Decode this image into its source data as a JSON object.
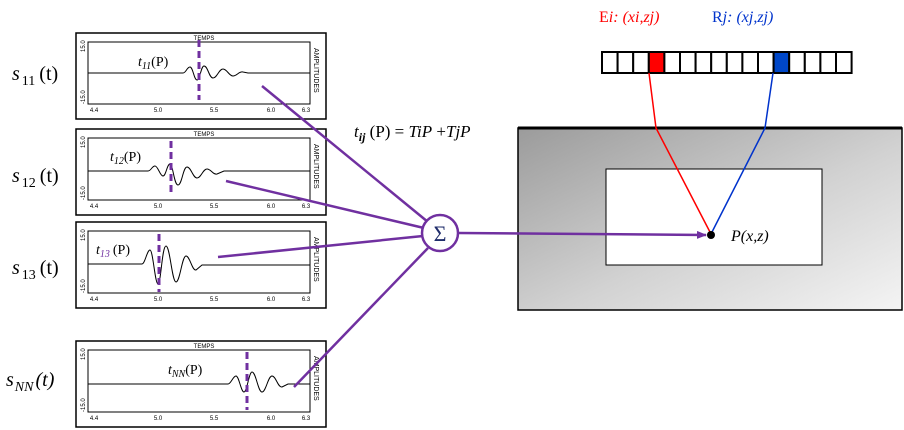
{
  "signals": [
    {
      "label_main": "s",
      "label_sub": "11",
      "label_arg": "(t)",
      "pick_main": "t",
      "pick_sub": "11",
      "pick_arg": "(P)",
      "pick_sub_color": "#000000",
      "panel_top": "TEMPS",
      "panel_side": "AMPLITUDES",
      "y_top": "15.0",
      "y_bottom": "-15.0",
      "x_ticks": [
        "4.4",
        "5.0",
        "5.5",
        "6.0",
        "6.3"
      ]
    },
    {
      "label_main": "s",
      "label_sub": "12",
      "label_arg": "(t)",
      "pick_main": "t",
      "pick_sub": "12",
      "pick_arg": "(P)",
      "pick_sub_color": "#000000",
      "panel_top": "TEMPS",
      "panel_side": "AMPLITUDES",
      "y_top": "15.0",
      "y_bottom": "-15.0",
      "x_ticks": [
        "4.4",
        "5.0",
        "5.5",
        "6.0",
        "6.3"
      ]
    },
    {
      "label_main": "s",
      "label_sub": "13",
      "label_arg": "(t)",
      "pick_main": "t",
      "pick_sub": "13",
      "pick_arg": "(P)",
      "pick_sub_color": "#7030a0",
      "panel_top": "",
      "panel_side": "AMPLITUDES",
      "y_top": "15.0",
      "y_bottom": "-15.0",
      "x_ticks": [
        "4.4",
        "5.0",
        "5.5",
        "6.0",
        "6.3"
      ]
    },
    {
      "label_main": "s",
      "label_sub": "NN",
      "label_arg": "(t)",
      "pick_main": "t",
      "pick_sub": "NN",
      "pick_arg": "(P)",
      "pick_sub_color": "#000000",
      "panel_top": "TEMPS",
      "panel_side": "AMPLITUDES",
      "y_top": "15.0",
      "y_bottom": "-15.0",
      "x_ticks": [
        "4.4",
        "5.0",
        "5.5",
        "6.0",
        "6.3"
      ]
    }
  ],
  "formula": {
    "lhs_main": "t",
    "lhs_sub": "ij",
    "lhs_arg": " (P) = ",
    "rhs_a": "TiP",
    "rhs_plus": " +",
    "rhs_b": "TjP"
  },
  "sum_symbol": "Σ",
  "emitter": {
    "letter": "E",
    "index": "i",
    "coords": ": (xi,zj)",
    "color": "#ff0000"
  },
  "receiver": {
    "letter": "R",
    "index": "j",
    "coords": ": (xj,zj)",
    "color": "#0033cc"
  },
  "point_label": "P(x,z)",
  "colors": {
    "purple": "#7030a0",
    "red": "#ff0000",
    "blue": "#0033cc",
    "emitter_cell": "#ff0000",
    "receiver_cell": "#0047c8"
  }
}
